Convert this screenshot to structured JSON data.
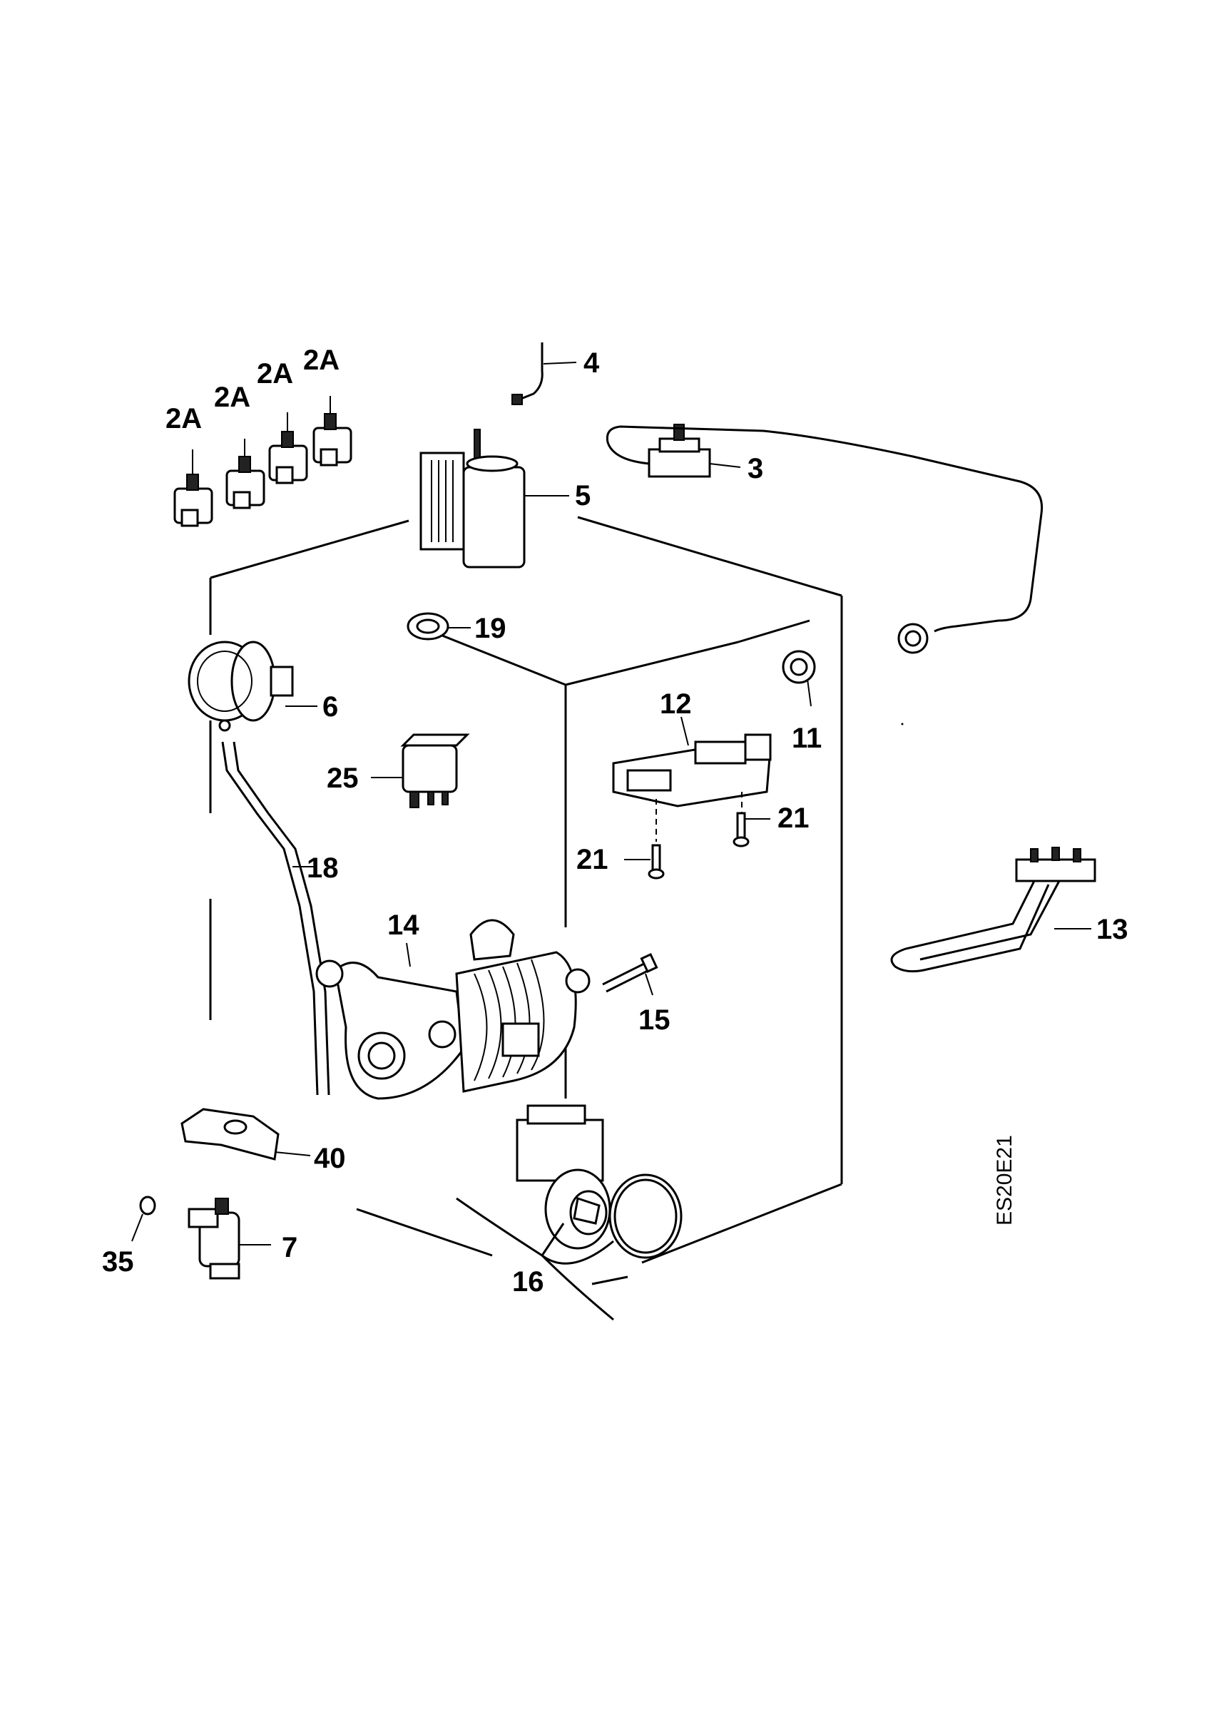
{
  "diagram": {
    "drawing_code": "ES20E21",
    "part_labels": {
      "p2a_1": "2A",
      "p2a_2": "2A",
      "p2a_3": "2A",
      "p2a_4": "2A",
      "p3": "3",
      "p4": "4",
      "p5": "5",
      "p6": "6",
      "p7": "7",
      "p11": "11",
      "p12": "12",
      "p13": "13",
      "p14": "14",
      "p15": "15",
      "p16": "16",
      "p18": "18",
      "p19": "19",
      "p21a": "21",
      "p21b": "21",
      "p25": "25",
      "p35": "35",
      "p40": "40"
    }
  }
}
